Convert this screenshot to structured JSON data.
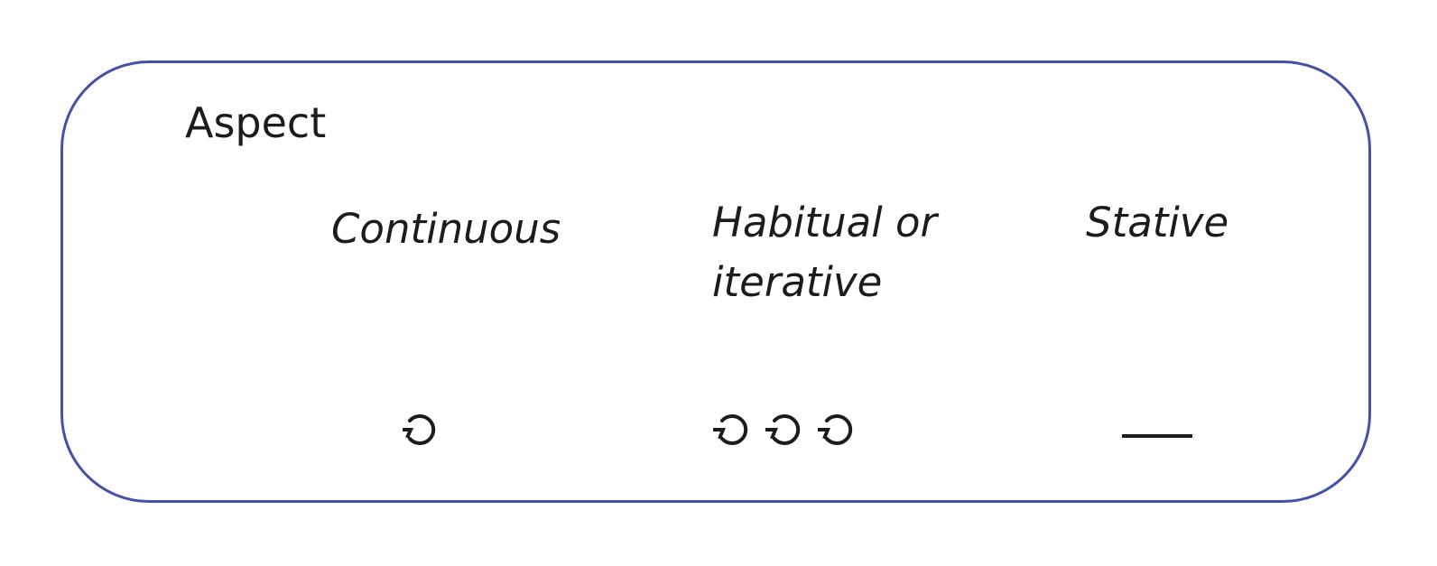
{
  "title": "Aspect",
  "columns": [
    {
      "label": "Continuous",
      "symbol": "single-cycle-icon"
    },
    {
      "label": "Habitual or iterative",
      "symbol": "triple-cycle-icon"
    },
    {
      "label": "Stative",
      "symbol": "horizontal-line-icon"
    }
  ],
  "colors": {
    "border": "#4650a8",
    "text": "#1c1c1c"
  }
}
